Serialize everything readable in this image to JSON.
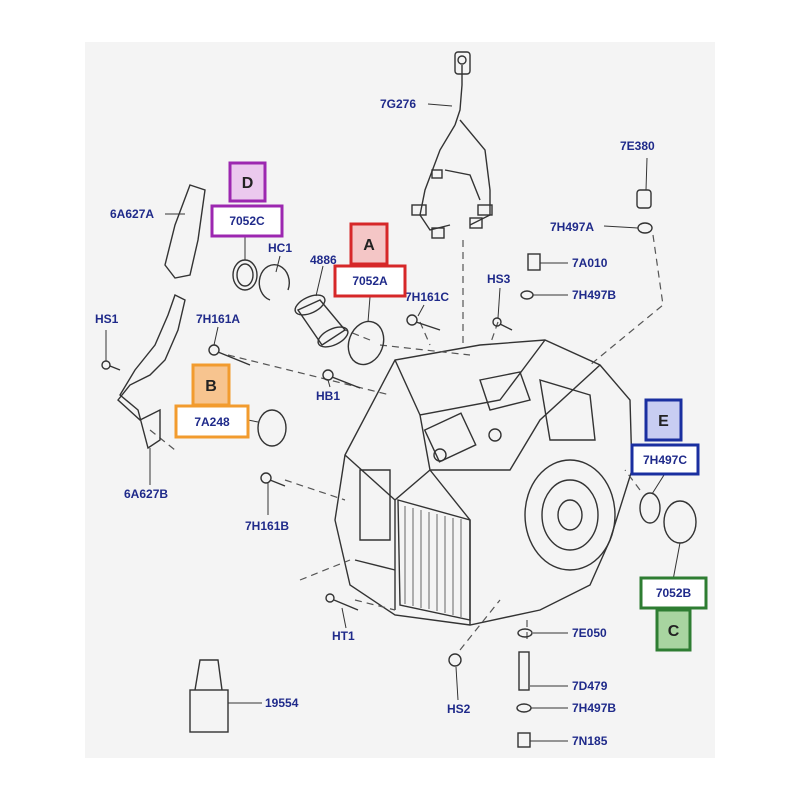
{
  "labels": {
    "l_7G276": "7G276",
    "l_7E380": "7E380",
    "l_7H497A": "7H497A",
    "l_7A010": "7A010",
    "l_7H497B_top": "7H497B",
    "l_HS3": "HS3",
    "l_7H161C": "7H161C",
    "l_4886": "4886",
    "l_HC1": "HC1",
    "l_6A627A": "6A627A",
    "l_HS1": "HS1",
    "l_7H161A": "7H161A",
    "l_HB1": "HB1",
    "l_6A627B": "6A627B",
    "l_7H161B": "7H161B",
    "l_HT1": "HT1",
    "l_7E050": "7E050",
    "l_HS2": "HS2",
    "l_7D479": "7D479",
    "l_7H497B_bottom": "7H497B",
    "l_7N185": "7N185",
    "l_19554": "19554"
  },
  "callouts": {
    "A": {
      "letter": "A",
      "part": "7052A",
      "color": "#d62728",
      "fill": "#f4c6c6"
    },
    "B": {
      "letter": "B",
      "part": "7A248",
      "color": "#f29b2e",
      "fill": "#f7c48f"
    },
    "C": {
      "letter": "C",
      "part": "7052B",
      "color": "#2e7d32",
      "fill": "#a8d5a0"
    },
    "D": {
      "letter": "D",
      "part": "7052C",
      "color": "#9c27b0",
      "fill": "#ebc9ee"
    },
    "E": {
      "letter": "E",
      "part": "7H497C",
      "color": "#1a2fa0",
      "fill": "#c8cdf2"
    }
  }
}
